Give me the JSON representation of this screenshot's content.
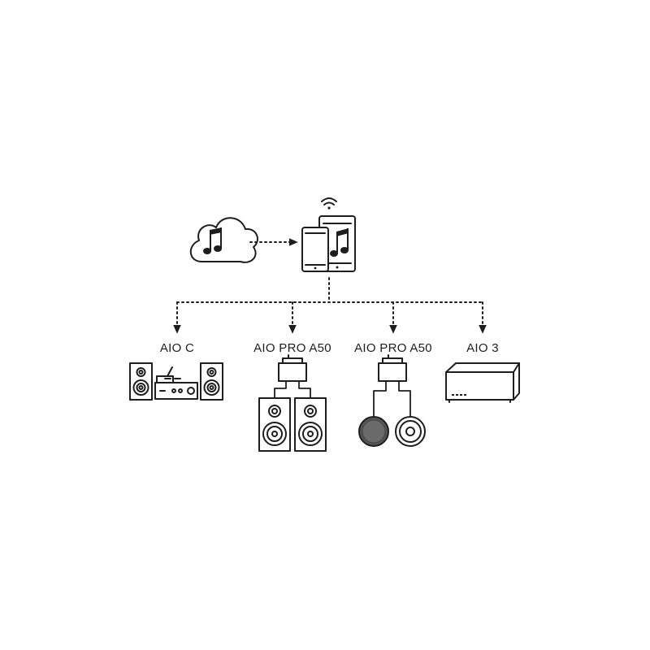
{
  "diagram": {
    "source": {
      "icon": "cloud-music-icon"
    },
    "controller": {
      "icons": [
        "wifi-icon",
        "phone-icon",
        "tablet-icon",
        "music-note-icon"
      ]
    },
    "devices": [
      {
        "label": "AIO C",
        "icon": "amplifier-bookshelf-speakers-icon"
      },
      {
        "label": "AIO PRO A50",
        "icon": "amp-floorstanding-speakers-icon"
      },
      {
        "label": "AIO PRO A50",
        "icon": "amp-ceiling-speakers-icon"
      },
      {
        "label": "AIO 3",
        "icon": "amplifier-box-icon"
      }
    ],
    "colors": {
      "line": "#1e1e1e",
      "fill": "#ffffff",
      "grille": "#555555"
    }
  }
}
